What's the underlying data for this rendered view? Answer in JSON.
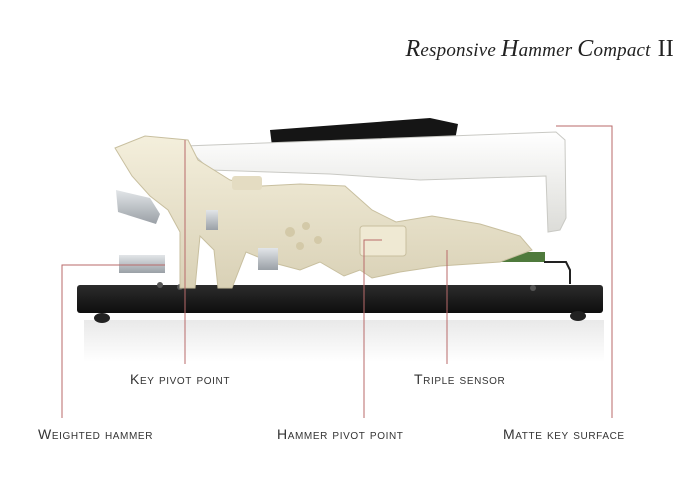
{
  "header": {
    "title_parts": [
      {
        "cap": "R",
        "rest": "esponsive "
      },
      {
        "cap": "H",
        "rest": "ammer "
      },
      {
        "cap": "C",
        "rest": "ompact "
      }
    ],
    "title_numeral": "II"
  },
  "callouts": {
    "key_pivot_point": "Key pivot point",
    "triple_sensor": "Triple sensor",
    "weighted_hammer": "Weighted hammer",
    "hammer_pivot_point": "Hammer pivot point",
    "matte_key_surface": "Matte key surface"
  },
  "colors": {
    "leader_line": "#b86a6a",
    "base": "#1b1b1b",
    "black_key": "#151515",
    "white_key": "#f6f6f4",
    "hammer_plastic": "#ece6d0",
    "metal_weight": "#b9bdc2",
    "circuit": "#4f7a3c"
  }
}
